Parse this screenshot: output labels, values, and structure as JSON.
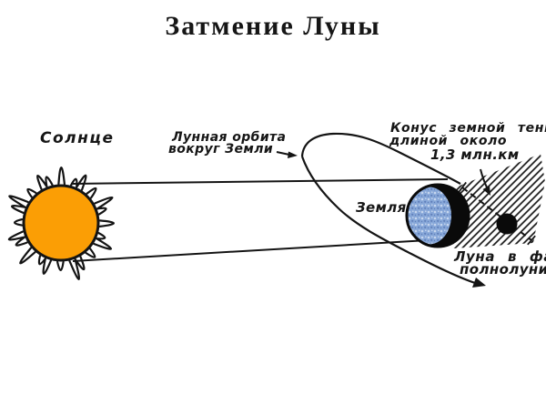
{
  "title": "Затмение Луны",
  "labels": {
    "sun": "Солнце",
    "orbit": {
      "line1": "Лунная орбита",
      "line2": "вокруг Земли"
    },
    "cone": {
      "line1": "Конус земной тени",
      "line2": "длиной около",
      "line3": "1,3 млн.км"
    },
    "earth": "Земля",
    "moon": {
      "line1": "Луна в фазе",
      "line2": "полнолуния"
    }
  },
  "colors": {
    "sun": "#FB9E05",
    "earth_base": "#87A7D8",
    "earth_light": "#C6D6EE",
    "earth_dark": "#5F7FBA",
    "ink": "#141414",
    "background": "#FFFFFF"
  }
}
